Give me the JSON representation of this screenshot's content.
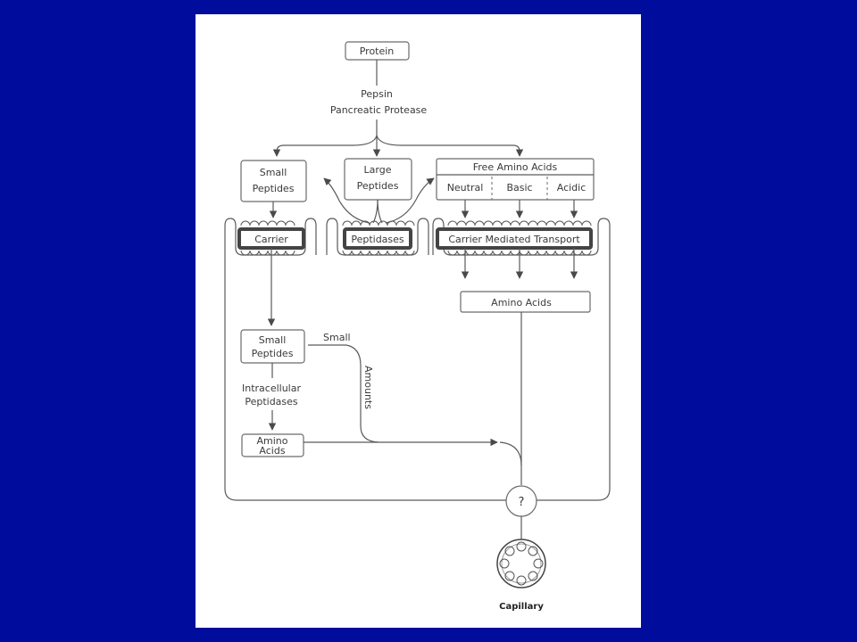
{
  "diagram": {
    "protein": "Protein",
    "pepsin": "Pepsin",
    "pancreatic_protease": "Pancreatic Protease",
    "small_peptides_top": [
      "Small",
      "Peptides"
    ],
    "large_peptides": [
      "Large",
      "Peptides"
    ],
    "free_amino_acids": "Free Amino Acids",
    "neutral": "Neutral",
    "basic": "Basic",
    "acidic": "Acidic",
    "carrier": "Carrier",
    "peptidases": "Peptidases",
    "carrier_mediated_transport": "Carrier Mediated Transport",
    "amino_acids": "Amino Acids",
    "small_peptides_inner": [
      "Small",
      "Peptides"
    ],
    "intracellular_peptidases": [
      "Intracellular",
      "Peptidases"
    ],
    "amino_acids_inner": [
      "Amino",
      "Acids"
    ],
    "small": "Small",
    "amounts": "Amounts",
    "question": "?",
    "capillary": "Capillary"
  }
}
